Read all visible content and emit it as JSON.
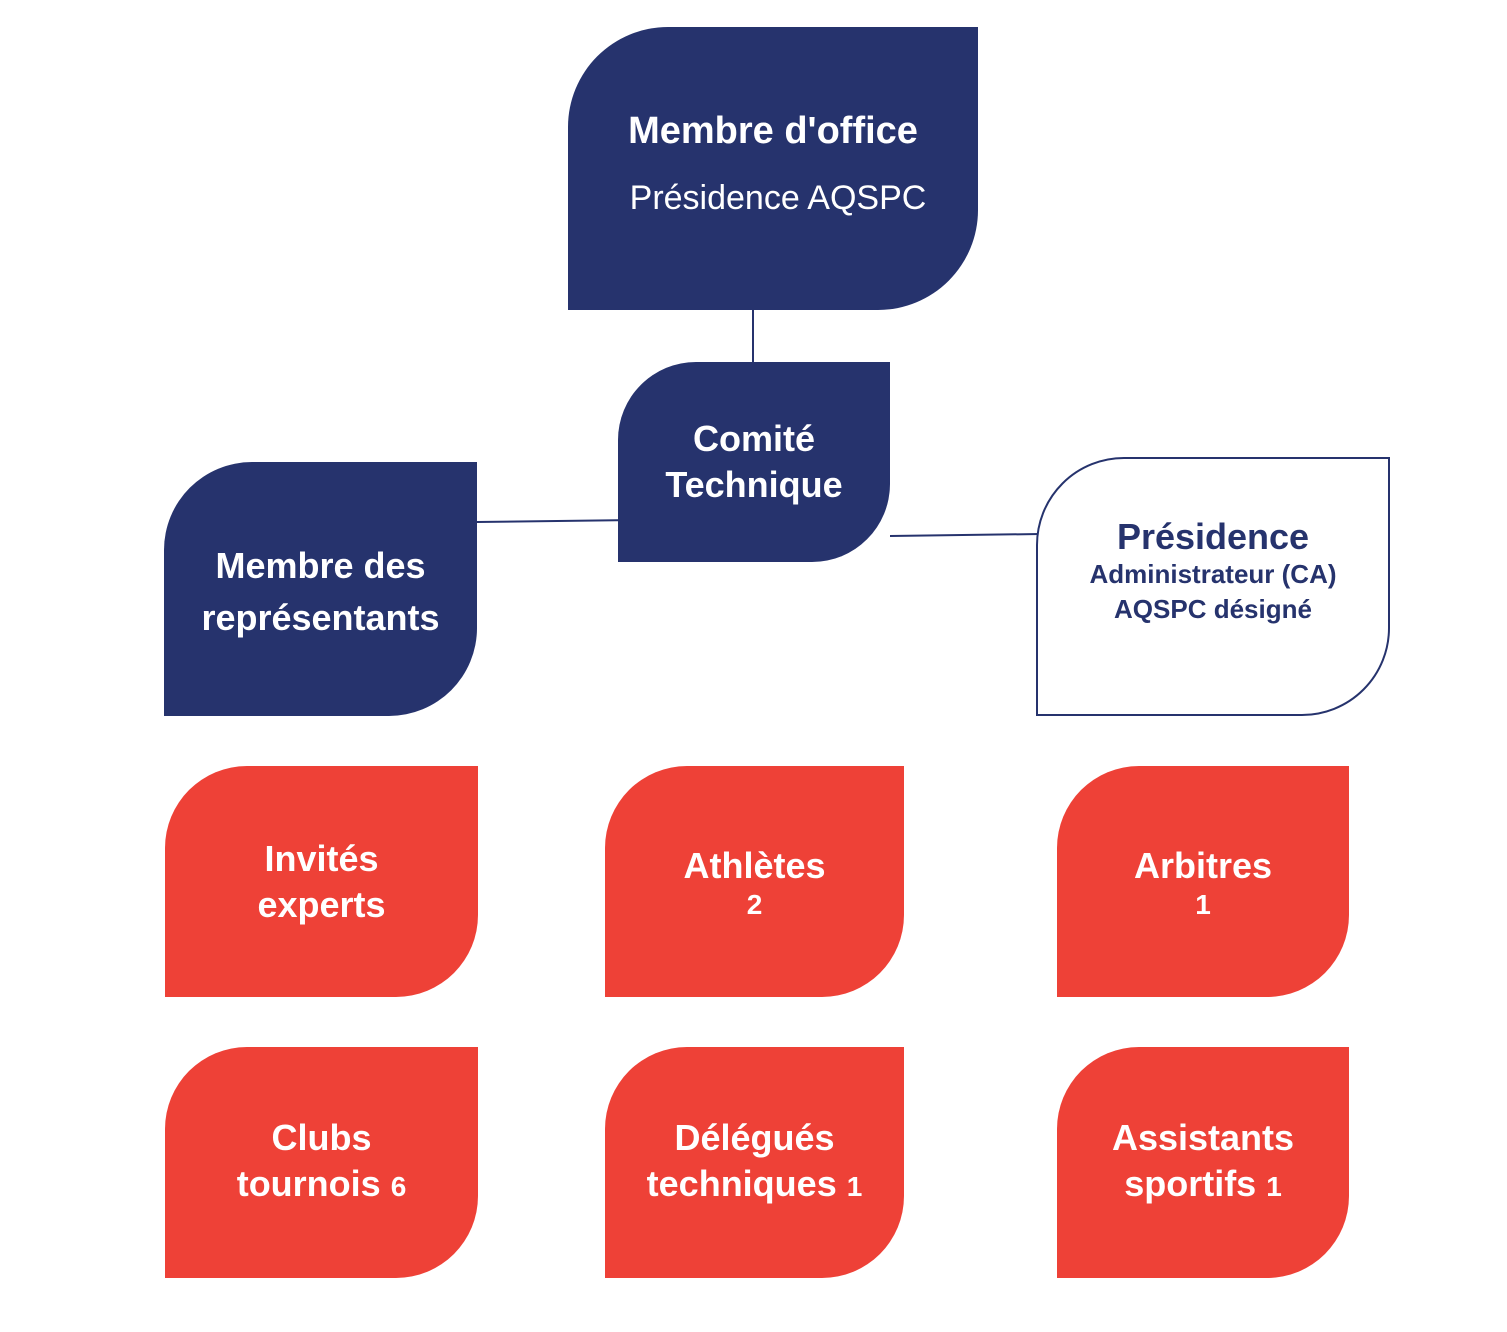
{
  "colors": {
    "navy": "#26336d",
    "red": "#ee4137",
    "white": "#ffffff"
  },
  "office": {
    "title": "Membre d'office",
    "subtitle": "Présidence AQSPC"
  },
  "comite": {
    "line1": "Comité",
    "line2": "Technique"
  },
  "representants": {
    "line1": "Membre des",
    "line2": "représentants"
  },
  "presidence": {
    "title": "Présidence",
    "line1": "Administrateur (CA)",
    "line2": "AQSPC désigné"
  },
  "cards": {
    "invites": {
      "line1": "Invités",
      "line2": "experts"
    },
    "athletes": {
      "label": "Athlètes",
      "count": "2"
    },
    "arbitres": {
      "label": "Arbitres",
      "count": "1"
    },
    "clubs": {
      "line1": "Clubs",
      "line2": "tournois",
      "count": "6"
    },
    "delegues": {
      "line1": "Délégués",
      "line2": "techniques",
      "count": "1"
    },
    "assistants": {
      "line1": "Assistants",
      "line2": "sportifs",
      "count": "1"
    }
  }
}
